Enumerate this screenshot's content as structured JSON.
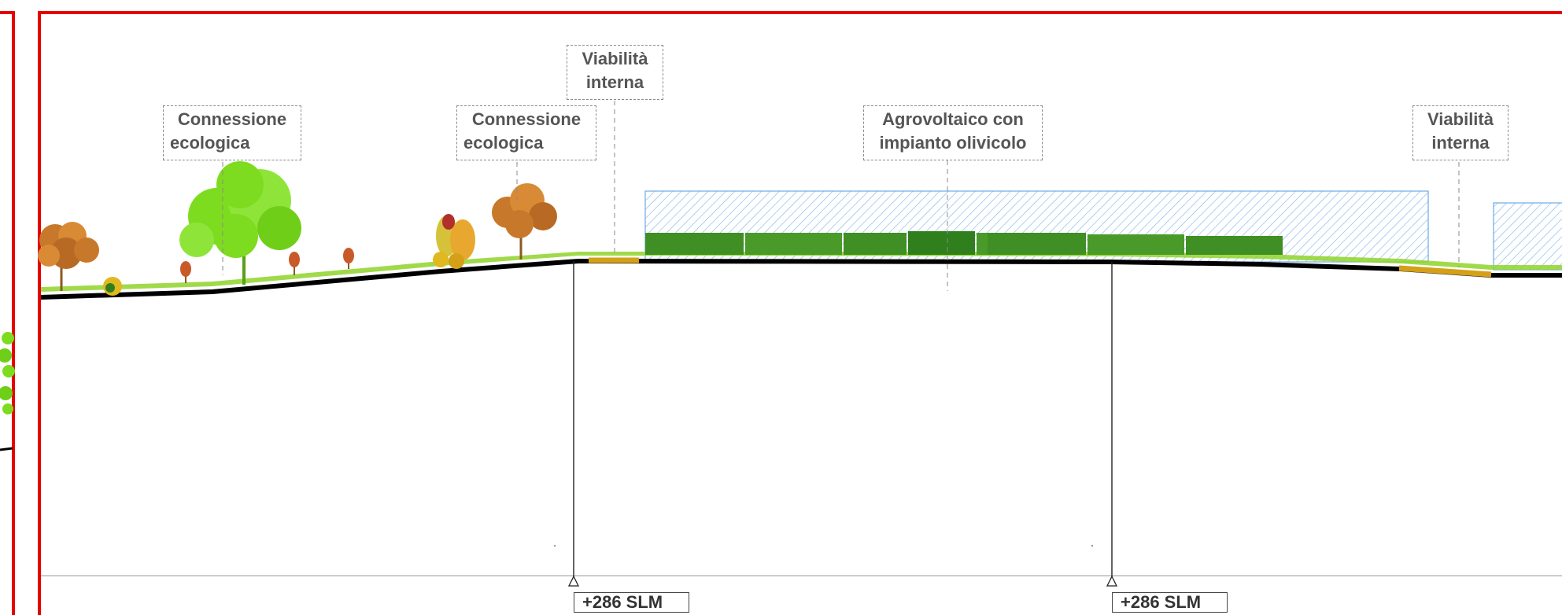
{
  "labels": {
    "connessione_1": {
      "line1": "Connessione",
      "line2": "ecologica"
    },
    "connessione_2": {
      "line1": "Connessione",
      "line2": "ecologica"
    },
    "viabilita_1": {
      "line1": "Viabilità",
      "line2": "interna"
    },
    "agrovoltaico": {
      "line1": "Agrovoltaico con",
      "line2": "impianto olivicolo"
    },
    "viabilita_2": {
      "line1": "Viabilità",
      "line2": "interna"
    }
  },
  "elevation_markers": [
    "+286 SLM",
    "+286 SLM"
  ],
  "colors": {
    "frame": "#e60000",
    "terrain": "#000000",
    "road": "#d4a017",
    "panel_hatch": "#3b8fe0",
    "olive_rows": "#3f8f24",
    "tree_green": "#7ddc1f",
    "tree_autumn": "#c8782a"
  }
}
